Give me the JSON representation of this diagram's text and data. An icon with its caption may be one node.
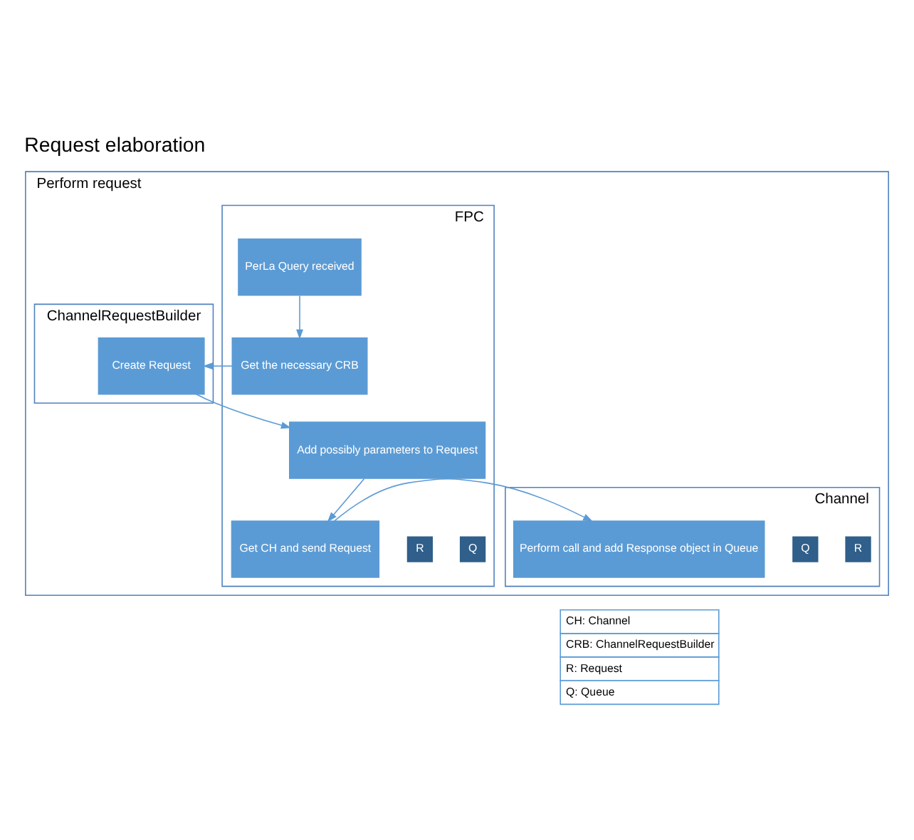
{
  "diagram": {
    "title": "Request elaboration",
    "nodes": [
      {
        "text": [
          "Perform request"
        ]
      },
      {
        "text": [
          "FPC"
        ],
        "in": 0
      },
      {
        "text": [
          "ChannelRequestBuilder"
        ],
        "in": 0
      },
      {
        "text": [
          "Channel"
        ],
        "in": 0
      },
      {
        "text": [
          "PerLa Query received"
        ],
        "in": 1
      },
      {
        "text": [
          "Get the necessary CRB"
        ],
        "in": 1
      },
      {
        "text": [
          "Create Request"
        ],
        "in": 2
      },
      {
        "text": [
          "Add possibly parameters to Request"
        ],
        "in": 1
      },
      {
        "text": [
          "Get CH and send Request"
        ],
        "in": 1
      },
      {
        "text": [
          "R"
        ],
        "in": 1
      },
      {
        "text": [
          "Q"
        ],
        "in": 1
      },
      {
        "text": [
          "R"
        ],
        "in": 3
      },
      {
        "text": [
          "Q"
        ],
        "in": 3
      },
      {
        "text": [
          "Perform call and add Response object in Queue"
        ],
        "in": 3
      }
    ],
    "edges": [
      {
        "from": 4,
        "to": 5,
        "arrow": "to"
      },
      {
        "from": 5,
        "to": 6,
        "arrow": "to"
      },
      {
        "from": 6,
        "to": 7,
        "arrow": "to"
      },
      {
        "from": 7,
        "to": 8,
        "arrow": "to"
      },
      {
        "from": 8,
        "to": 13,
        "arrow": "to"
      }
    ],
    "labels": [
      "CH: Channel",
      "CRB: ChannelRequestBuilder",
      "R: Request",
      "Q: Queue"
    ]
  }
}
